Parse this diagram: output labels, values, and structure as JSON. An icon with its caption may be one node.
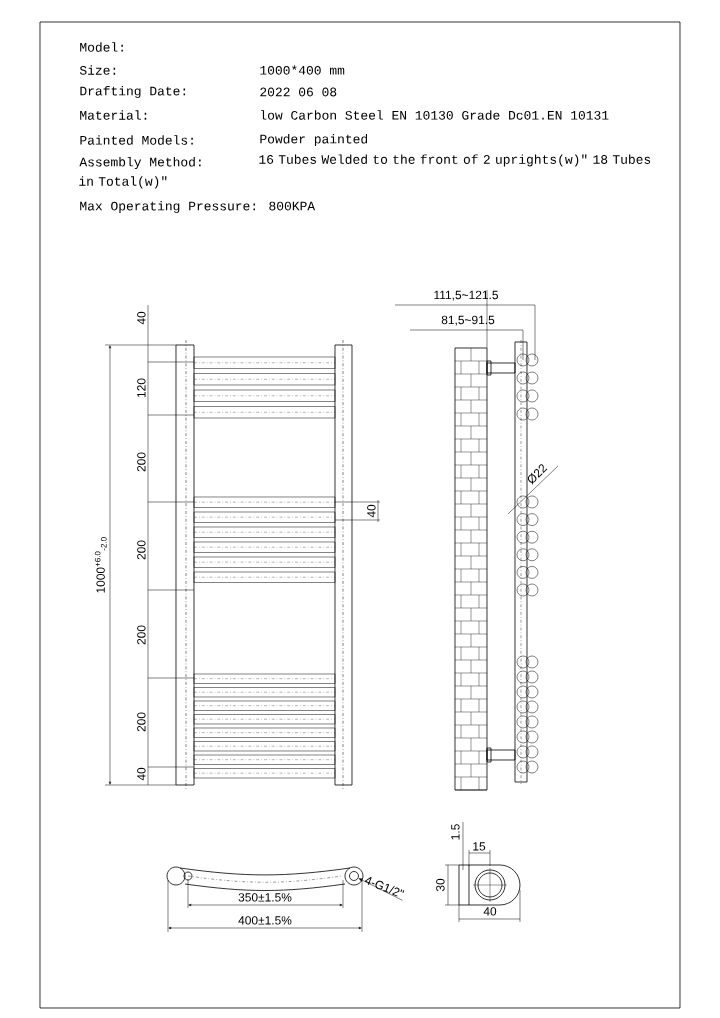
{
  "diagram": {
    "nodes": [
      {
        "text": [
          "4-G1/2\""
        ]
      },
      {
        "text": [],
        "shape": "circle"
      }
    ],
    "edges": [
      {
        "from": 0,
        "to": 1,
        "arrow": "to"
      }
    ],
    "labels": [
      "Model:",
      "Size:",
      "1000*400 mm",
      "Drafting Date:",
      "2022 06 08",
      "Material:",
      "low Carbon Steel  EN 10130 Grade Dc01.EN 10131",
      "Painted Models:",
      "Powder painted",
      "Assembly Method:",
      "16 Tubes Welded to the front of 2 uprights(w)″  18 Tubes in Total(w)″",
      "Max Operating Pressure: 800KPA",
      "40",
      "120",
      "200",
      "200",
      "200",
      "200",
      "40",
      "1000$^{+6.0}$$_{-2.0}$",
      "40",
      "111,5~121.5",
      "81,5~91.5",
      "Ø22",
      "350±1.5%",
      "400±1.5%",
      "1.5",
      "15",
      "30",
      "40"
    ]
  }
}
